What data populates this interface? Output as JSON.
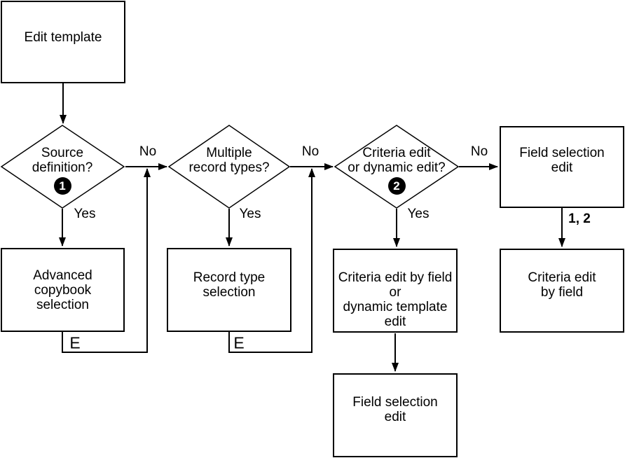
{
  "colors": {
    "line": "#000000",
    "background": "#ffffff",
    "badge_background": "#000000",
    "badge_text": "#ffffff"
  },
  "nodes": {
    "edit_template": {
      "label": "Edit template"
    },
    "source_definition": {
      "label": "Source\ndefinition?",
      "badge": "1"
    },
    "multiple_record_types": {
      "label": "Multiple\nrecord types?"
    },
    "criteria_or_dynamic_edit": {
      "label": "Criteria edit\nor dynamic edit?",
      "badge": "2"
    },
    "field_selection_edit_top": {
      "label": "Field selection\nedit"
    },
    "advanced_copybook_selection": {
      "label": "Advanced\ncopybook\nselection"
    },
    "record_type_selection": {
      "label": "Record type\nselection"
    },
    "criteria_edit_by_field_or_dynamic_template_edit": {
      "label": "Criteria edit by field\nor\ndynamic template\nedit"
    },
    "criteria_edit_by_field": {
      "label": "Criteria edit\nby field"
    },
    "field_selection_edit_bottom": {
      "label": "Field selection\nedit"
    }
  },
  "edge_labels": {
    "no_source_definition": "No",
    "no_multiple_record_types": "No",
    "no_criteria_or_dynamic": "No",
    "yes_source_definition": "Yes",
    "yes_multiple_record_types": "Yes",
    "yes_criteria_or_dynamic": "Yes",
    "exit_advanced_copybook": "E",
    "exit_record_type": "E",
    "one_two": "1, 2"
  }
}
